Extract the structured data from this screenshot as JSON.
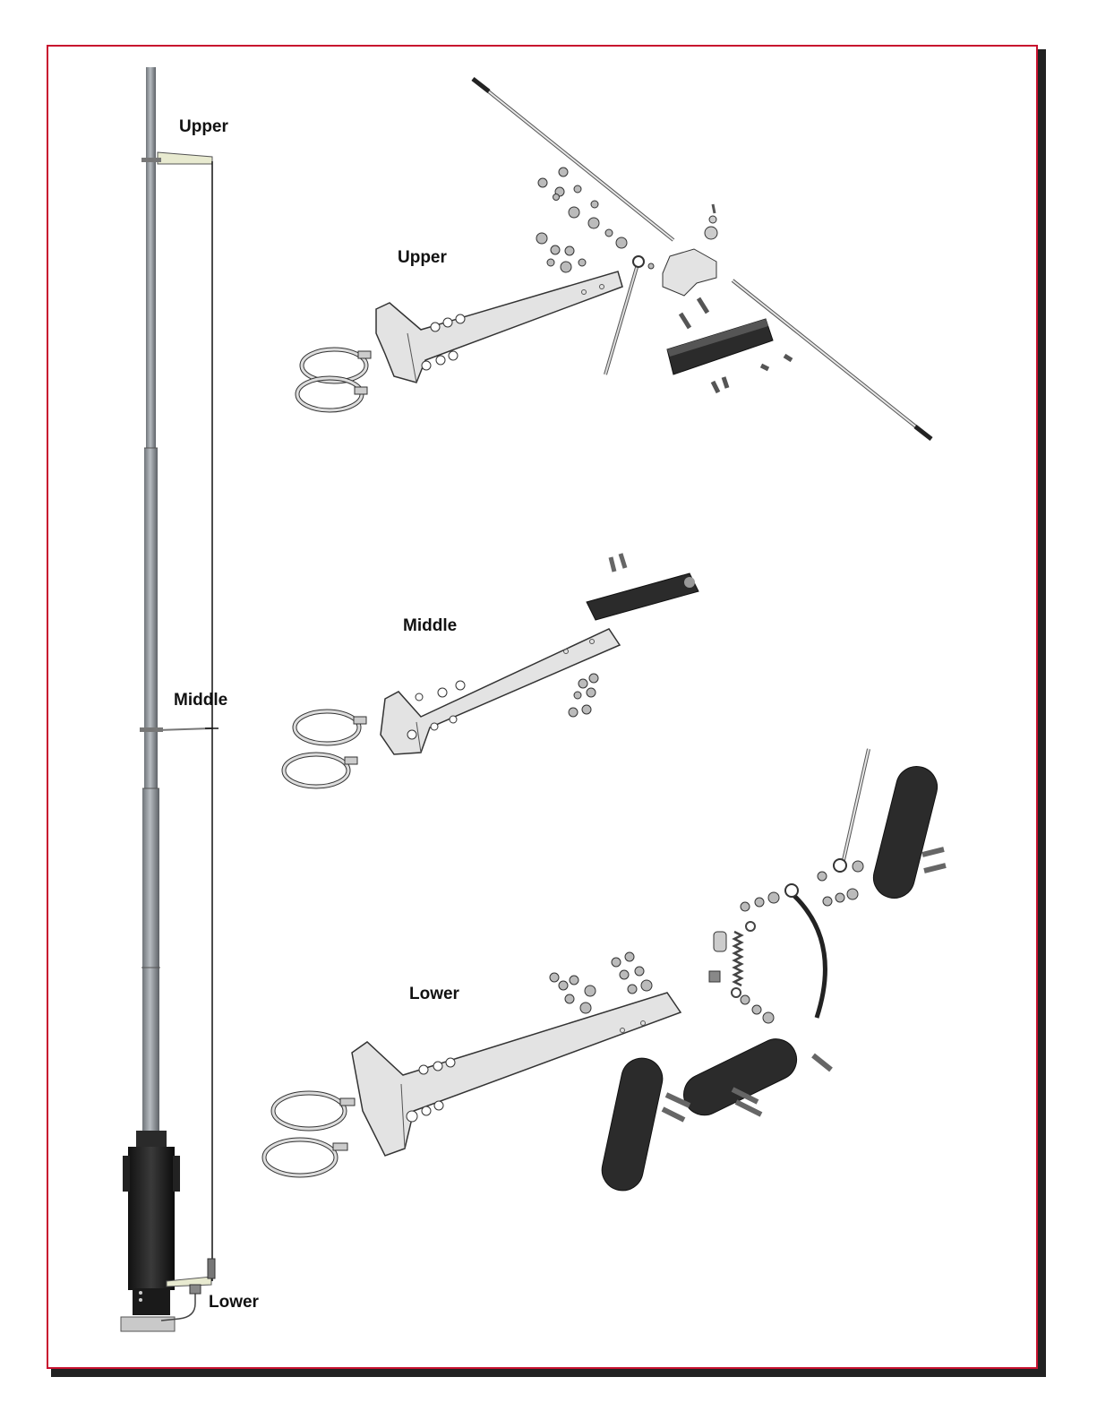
{
  "labels": {
    "pole_upper": "Upper",
    "pole_middle": "Middle",
    "pole_lower": "Lower",
    "detail_upper": "Upper",
    "detail_middle": "Middle",
    "detail_lower": "Lower"
  },
  "colors": {
    "frame_border": "#c8102e",
    "pole": "#8d9297",
    "bracket": "#e3e3e3",
    "dark_part": "#2b2b2b"
  }
}
